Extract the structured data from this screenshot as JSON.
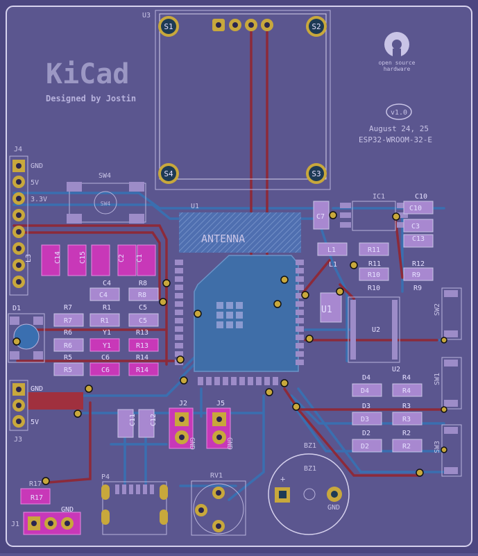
{
  "board": {
    "logo": "KiCad",
    "designed_by": "Designed by Jostin",
    "version": "v1.0",
    "date": "August 24, 25",
    "module": "ESP32-WROOM-32-E",
    "oshw_line1": "open source",
    "oshw_line2": "hardware",
    "antenna": "ANTENNA"
  },
  "refs": {
    "U3": "U3",
    "S1": "S1",
    "S2": "S2",
    "S3": "S3",
    "S4": "S4",
    "J4": "J4",
    "GND": "GND",
    "V5": "5V",
    "V33": "3.3V",
    "SW4": "SW4",
    "U1": "U1",
    "IC1": "IC1",
    "C10": "C10",
    "C3": "C3",
    "C13": "C13",
    "R11": "R11",
    "R12": "R12",
    "R10": "R10",
    "R9": "R9",
    "L1": "L1",
    "U2": "U2",
    "D1": "D1",
    "R7": "R7",
    "R1": "R1",
    "C5": "C5",
    "R6": "R6",
    "Y1": "Y1",
    "R13": "R13",
    "R5": "R5",
    "C6": "C6",
    "R14": "R14",
    "C4": "C4",
    "R8": "R8",
    "C14": "C14",
    "C15": "C15",
    "C2": "C2",
    "C1": "C1",
    "C11": "C11",
    "C12": "C12",
    "J2": "J2",
    "J5": "J5",
    "J3": "J3",
    "R17": "R17",
    "J1": "J1",
    "P4": "P4",
    "RV1": "RV1",
    "BZ1": "BZ1",
    "D4": "D4",
    "D3": "D3",
    "D2": "D2",
    "R4": "R4",
    "R3": "R3",
    "R2": "R2",
    "SW2": "SW2",
    "SW1": "SW1",
    "SW3": "SW3",
    "L3": "L3",
    "C7": "C7",
    "GND_label": "GND"
  },
  "colors": {
    "board": "#5b568f",
    "edge": "#d7d2ee",
    "copper_front": "#8c2a3a",
    "copper_back": "#3a6fb0",
    "silk": "#c9c4e6",
    "pad": "#c8a83c",
    "smd": "#a888d0",
    "highlight": "#c838b8"
  }
}
